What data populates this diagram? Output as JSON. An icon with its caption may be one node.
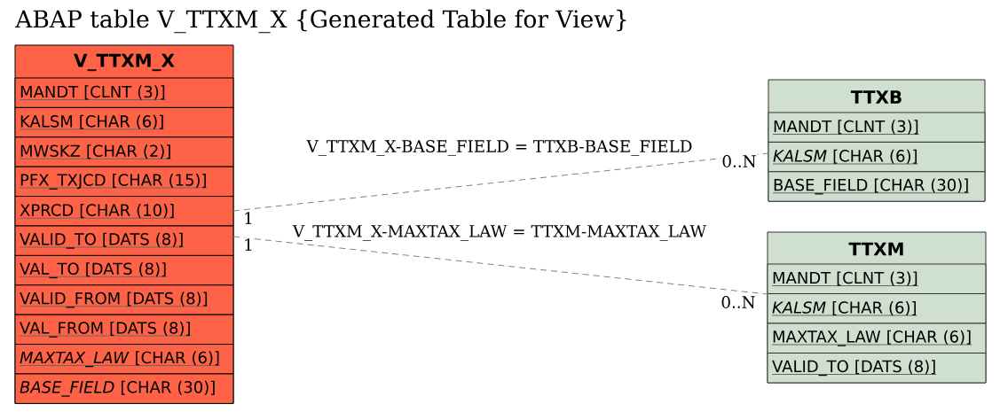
{
  "diagram": {
    "title": "ABAP table V_TTXM_X {Generated Table for View}",
    "nodes": [
      {
        "text": [
          "V_TTXM_X"
        ]
      },
      {
        "text": [
          "MANDT [CLNT (3)]"
        ],
        "in": 0
      },
      {
        "text": [
          "KALSM [CHAR (6)]"
        ],
        "in": 0
      },
      {
        "text": [
          "MWSKZ [CHAR (2)]"
        ],
        "in": 0
      },
      {
        "text": [
          "PFX_TXJCD [CHAR (15)]"
        ],
        "in": 0
      },
      {
        "text": [
          "XPRCD [CHAR (10)]"
        ],
        "in": 0
      },
      {
        "text": [
          "VALID_TO [DATS (8)]"
        ],
        "in": 0
      },
      {
        "text": [
          "VAL_TO [DATS (8)]"
        ],
        "in": 0
      },
      {
        "text": [
          "VALID_FROM [DATS (8)]"
        ],
        "in": 0
      },
      {
        "text": [
          "VAL_FROM [DATS (8)]"
        ],
        "in": 0
      },
      {
        "text": [
          "*MAXTAX_LAW* [CHAR (6)]"
        ],
        "in": 0
      },
      {
        "text": [
          "*BASE_FIELD* [CHAR (30)]"
        ],
        "in": 0
      },
      {
        "text": [
          "TTXB"
        ]
      },
      {
        "text": [
          "MANDT [CLNT (3)]"
        ],
        "in": 12
      },
      {
        "text": [
          "*KALSM* [CHAR (6)]"
        ],
        "in": 12
      },
      {
        "text": [
          "BASE_FIELD [CHAR (30)]"
        ],
        "in": 12
      },
      {
        "text": [
          "TTXM"
        ]
      },
      {
        "text": [
          "MANDT [CLNT (3)]"
        ],
        "in": 16
      },
      {
        "text": [
          "*KALSM* [CHAR (6)]"
        ],
        "in": 16
      },
      {
        "text": [
          "MAXTAX_LAW [CHAR (6)]"
        ],
        "in": 16
      },
      {
        "text": [
          "VALID_TO [DATS (8)]"
        ],
        "in": 16
      }
    ],
    "edges": [
      {
        "from": 0,
        "to": 12,
        "arrow": "none",
        "label": "V_TTXM_X-BASE_FIELD = TTXB-BASE_FIELD",
        "style": "dashed"
      },
      {
        "from": 0,
        "to": 16,
        "arrow": "none",
        "label": "V_TTXM_X-MAXTAX_LAW = TTXM-MAXTAX_LAW",
        "style": "dashed"
      }
    ],
    "labels": [
      "0..N",
      "1",
      "1",
      "0..N"
    ]
  }
}
